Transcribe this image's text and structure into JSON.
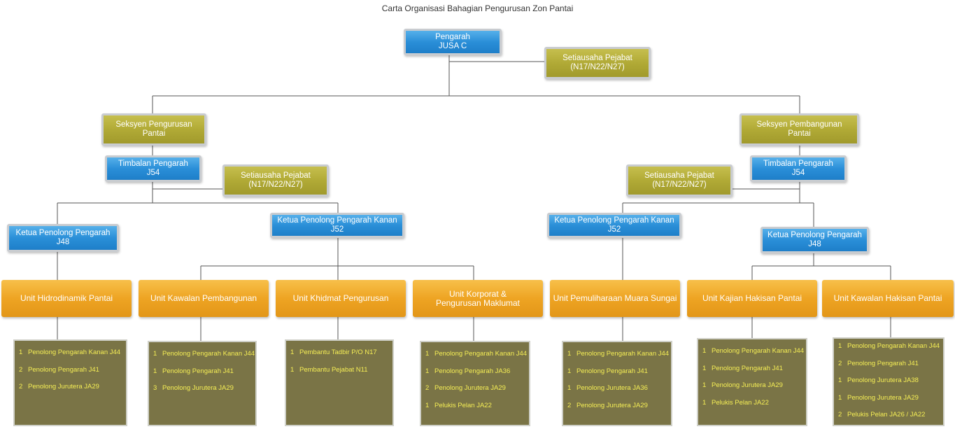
{
  "title": "Carta Organisasi Bahagian Pengurusan Zon Pantai",
  "colors": {
    "blue": "#2a8fd8",
    "olive": "#b1aa36",
    "orange": "#eea423",
    "list_bg": "#7a7446",
    "list_text": "#f5ee55"
  },
  "nodes": {
    "pengarah": {
      "line1": "Pengarah",
      "line2": "JUSA C"
    },
    "setiausaha_top": {
      "line1": "Setiausaha Pejabat",
      "line2": "(N17/N22/N27)"
    },
    "seksyen_pengurusan": {
      "line1": "Seksyen Pengurusan",
      "line2": "Pantai"
    },
    "seksyen_pembangunan": {
      "line1": "Seksyen Pembangunan",
      "line2": "Pantai"
    },
    "timbalan_left": {
      "line1": "Timbalan Pengarah",
      "line2": "J54"
    },
    "timbalan_right": {
      "line1": "Timbalan Pengarah",
      "line2": "J54"
    },
    "setiausaha_left": {
      "line1": "Setiausaha Pejabat",
      "line2": "(N17/N22/N27)"
    },
    "setiausaha_right": {
      "line1": "Setiausaha Pejabat",
      "line2": "(N17/N22/N27)"
    },
    "ketua_left_j48": {
      "line1": "Ketua Penolong Pengarah",
      "line2": "J48"
    },
    "ketua_left_j52": {
      "line1": "Ketua Penolong Pengarah Kanan",
      "line2": "J52"
    },
    "ketua_right_j52": {
      "line1": "Ketua Penolong Pengarah Kanan",
      "line2": "J52"
    },
    "ketua_right_j48": {
      "line1": "Ketua Penolong Pengarah",
      "line2": "J48"
    }
  },
  "units": [
    {
      "line1": "Unit Hidrodinamik Pantai",
      "line2": "",
      "staff": [
        {
          "n": "1",
          "label": "Penolong Pengarah Kanan J44"
        },
        {
          "n": "2",
          "label": "Penolong Pengarah J41"
        },
        {
          "n": "2",
          "label": "Penolong Jurutera JA29"
        }
      ]
    },
    {
      "line1": "Unit Kawalan Pembangunan",
      "line2": "",
      "staff": [
        {
          "n": "1",
          "label": "Penolong Pengarah Kanan J44"
        },
        {
          "n": "1",
          "label": "Penolong Pengarah J41"
        },
        {
          "n": "3",
          "label": "Penolong Jurutera JA29"
        }
      ]
    },
    {
      "line1": "Unit Khidmat Pengurusan",
      "line2": "",
      "staff": [
        {
          "n": "1",
          "label": "Pembantu Tadbir P/O N17"
        },
        {
          "n": "1",
          "label": "Pembantu Pejabat N11"
        }
      ]
    },
    {
      "line1": "Unit Korporat &",
      "line2": "Pengurusan Maklumat",
      "staff": [
        {
          "n": "1",
          "label": "Penolong Pengarah Kanan J44"
        },
        {
          "n": "1",
          "label": "Penolong Pengarah JA36"
        },
        {
          "n": "2",
          "label": "Penolong Jurutera JA29"
        },
        {
          "n": "1",
          "label": "Pelukis Pelan JA22"
        }
      ]
    },
    {
      "line1": "Unit Pemuliharaan Muara Sungai",
      "line2": "",
      "staff": [
        {
          "n": "1",
          "label": "Penolong Pengarah Kanan J44"
        },
        {
          "n": "1",
          "label": "Penolong Pengarah J41"
        },
        {
          "n": "1",
          "label": "Penolong Jurutera JA36"
        },
        {
          "n": "2",
          "label": "Penolong Jurutera JA29"
        }
      ]
    },
    {
      "line1": "Unit Kajian Hakisan Pantai",
      "line2": "",
      "staff": [
        {
          "n": "1",
          "label": "Penolong Pengarah Kanan J44"
        },
        {
          "n": "1",
          "label": "Penolong Pengarah J41"
        },
        {
          "n": "1",
          "label": "Penolong Jurutera JA29"
        },
        {
          "n": "1",
          "label": "Pelukis Pelan JA22"
        }
      ]
    },
    {
      "line1": "Unit Kawalan Hakisan Pantai",
      "line2": "",
      "staff": [
        {
          "n": "1",
          "label": "Penolong Pengarah Kanan J44"
        },
        {
          "n": "2",
          "label": "Penolong Pengarah J41"
        },
        {
          "n": "1",
          "label": "Penolong Jurutera JA38"
        },
        {
          "n": "1",
          "label": "Penolong Jurutera JA29"
        },
        {
          "n": "2",
          "label": "Pelukis Pelan JA26 / JA22"
        }
      ]
    }
  ]
}
